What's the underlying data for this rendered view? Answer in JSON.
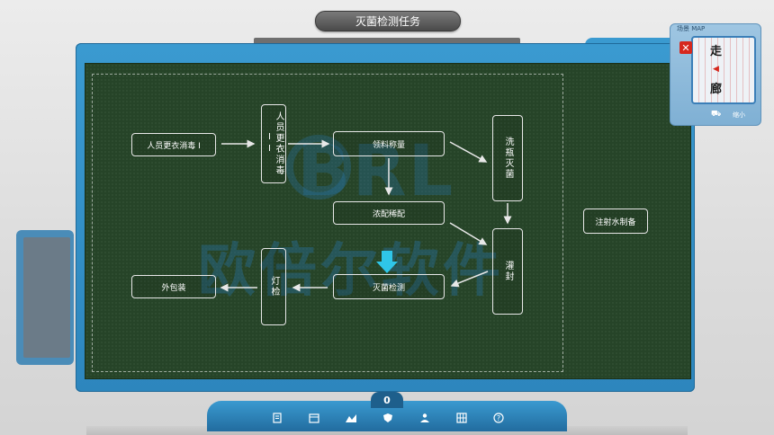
{
  "header": {
    "title": "灭菌检测任务"
  },
  "flow": {
    "personnel1": "人员更衣消毒 I",
    "personnel2": "人员更衣消毒II",
    "weighing": "领料称量",
    "wash": "洗瓶灭菌",
    "mixing": "浓配稀配",
    "fillseal": "灌封",
    "sterile_test": "灭菌检测",
    "light_inspect": "灯检",
    "outer_pack": "外包装",
    "injection_water": "注射水制备"
  },
  "watermark": {
    "en": "BRL",
    "cn": "欧倍尔软件"
  },
  "minimap": {
    "title": "场景 MAP",
    "char_top": "走",
    "char_bottom": "廊",
    "close": "✕",
    "zoom_label": "缩小"
  },
  "toolbar": {
    "counter": "0",
    "icons": [
      "document-icon",
      "calendar-icon",
      "chart-icon",
      "shield-icon",
      "person-icon",
      "grid-icon",
      "help-icon"
    ]
  },
  "colors": {
    "board": "#264428",
    "frame": "#3a9ad0",
    "accent_arrow": "#2fc6e8"
  }
}
